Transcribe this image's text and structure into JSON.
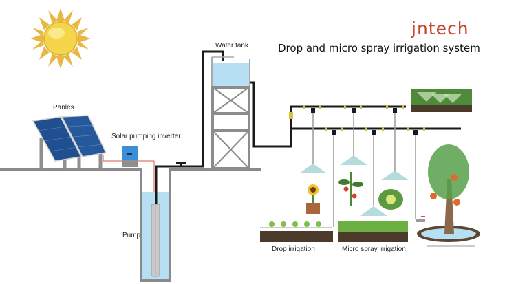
{
  "header": {
    "brand": "jntech",
    "title": "Drop and micro spray irrigation system"
  },
  "labels": {
    "panels": "Panles",
    "inverter": "Solar pumping inverter",
    "water_tank": "Water tank",
    "pump": "Pump",
    "drop_irrigation": "Drop irrigation",
    "micro_spray_irrigation": "Micro spray irrigation"
  },
  "colors": {
    "brand": "#c8452e",
    "pipe": "#1a1a1a",
    "pipe_fitting": "#d6c23a",
    "water": "#b6dff3",
    "structure": "#8c8c8c",
    "wire": "#d9534f"
  }
}
